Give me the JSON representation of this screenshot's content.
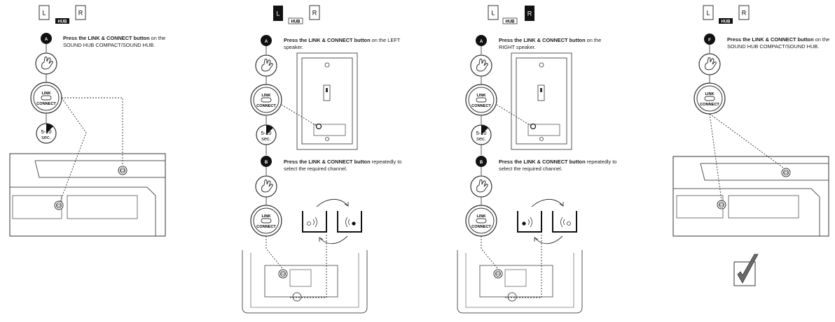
{
  "indicators": {
    "left": "L",
    "hub": "HUB",
    "right": "R"
  },
  "button_text": {
    "line1": "LINK",
    "line2": "CONNECT"
  },
  "timer": {
    "line1": "5-10",
    "line2": "sec."
  },
  "steps": {
    "p1_a": {
      "badge": "A",
      "bold": "Press the LINK & CONNECT button",
      "rest": " on the SOUND HUB COMPACT/SOUND HUB."
    },
    "p2_a": {
      "badge": "A",
      "bold": "Press the LINK & CONNECT button",
      "rest": " on the LEFT speaker."
    },
    "p2_b": {
      "badge": "B",
      "bold": "Press the LINK & CONNECT button",
      "rest": " repeatedly to select the required channel."
    },
    "p3_a": {
      "badge": "A",
      "bold": "Press the LINK & CONNECT button",
      "rest": " on the RIGHT speaker."
    },
    "p3_b": {
      "badge": "B",
      "bold": "Press the LINK & CONNECT button",
      "rest": " repeatedly to select the required channel."
    },
    "p4_f": {
      "badge": "F",
      "bold": "Press the LINK & CONNECT button",
      "rest": " on the SOUND HUB COMPACT/SOUND HUB."
    }
  },
  "colors": {
    "ink": "#1a1a1a",
    "line": "#555555",
    "light": "#8a8a8a",
    "check_fill": "#6b6b6b"
  }
}
